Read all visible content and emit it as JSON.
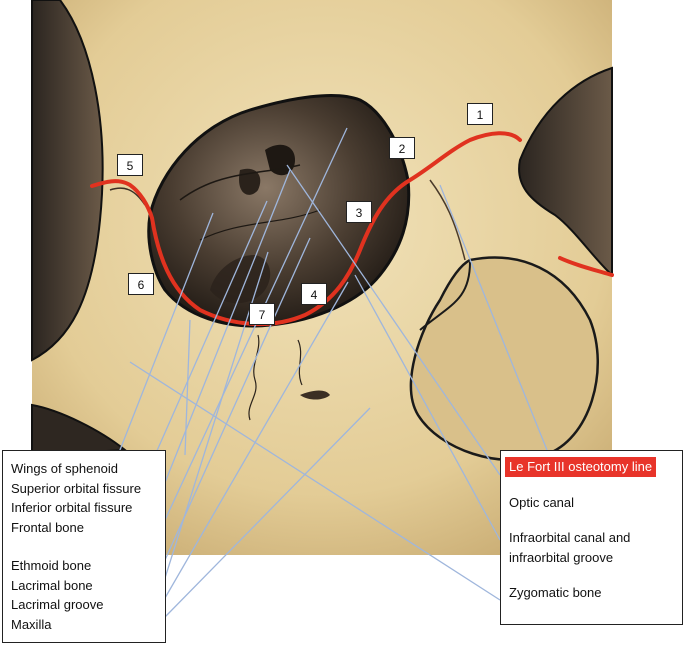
{
  "numbers": [
    "1",
    "2",
    "3",
    "4",
    "5",
    "6",
    "7"
  ],
  "legend_left": {
    "group1": [
      "Wings of sphenoid",
      "Superior orbital fissure",
      "Inferior orbital fissure",
      "Frontal bone"
    ],
    "group2": [
      "Ethmoid bone",
      "Lacrimal bone",
      "Lacrimal groove",
      "Maxilla"
    ]
  },
  "legend_right": {
    "highlight": "Le Fort III osteotomy line",
    "items": [
      "Optic canal",
      "Infraorbital canal and",
      "infraorbital groove",
      "Zygomatic bone"
    ]
  },
  "colors": {
    "bone": "#e8d5a6",
    "bone_shadow": "#b89a62",
    "orbit_dark": "#3a2f25",
    "osteotomy_line": "#e0321f",
    "pointer": "#9fb6dc"
  }
}
